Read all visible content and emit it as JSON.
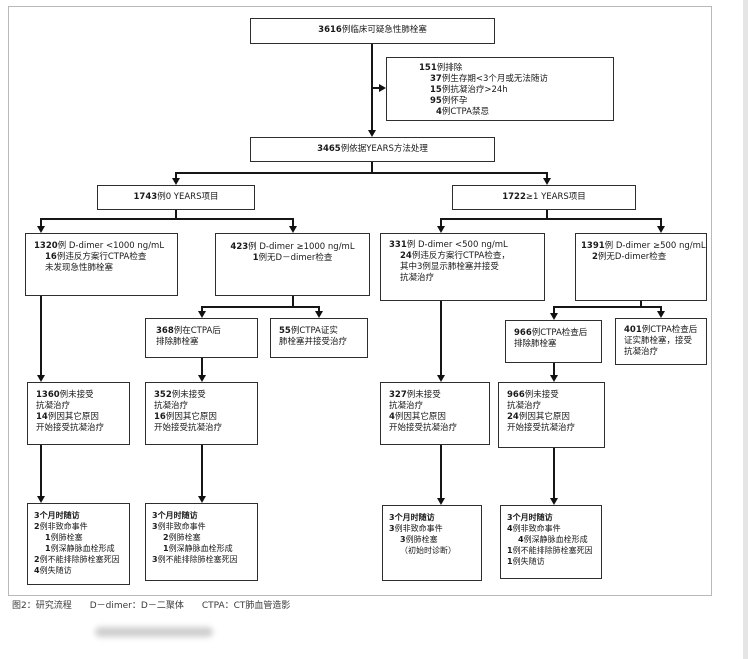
{
  "figure": {
    "caption": {
      "p1": "图2：研究流程",
      "p2": "D－dimer：D－二聚体",
      "p3": "CTPA：CT肺血管造影"
    },
    "accent_color": "#111111",
    "box_border_color": "#2e2e2e",
    "frame_color": "#b9b9b9"
  },
  "nodes": {
    "suspected": {
      "lines": [
        {
          "num": "3616",
          "t": "例临床可疑急性肺栓塞"
        }
      ]
    },
    "excluded": {
      "lines": [
        {
          "num": "151",
          "t": "例排除"
        },
        {
          "num": "37",
          "t": "例生存期<3个月或无法随访",
          "in": 1
        },
        {
          "num": "15",
          "t": "例抗凝治疗>24h",
          "in": 1
        },
        {
          "num": "95",
          "t": "例怀孕",
          "in": 1
        },
        {
          "num": "4",
          "t": "例CTPA禁忌",
          "in": 2
        }
      ]
    },
    "years_managed": {
      "lines": [
        {
          "num": "3465",
          "t": "例依据YEARS方法处理"
        }
      ]
    },
    "years_zero": {
      "lines": [
        {
          "num": "1743",
          "t": "例0 YEARS项目"
        }
      ]
    },
    "years_one_plus": {
      "lines": [
        {
          "num": "1722",
          "t": "≥1 YEARS项目"
        }
      ]
    },
    "ddimer_lt1000": {
      "lines": [
        {
          "num": "1320",
          "t": "例 D-dimer <1000 ng/mL"
        },
        {
          "num": "16",
          "t": "例违反方案行CTPA检查",
          "in": 1
        },
        {
          "t": "未发现急性肺栓塞",
          "in": 1
        }
      ]
    },
    "ddimer_ge1000": {
      "lines": [
        {
          "num": "423",
          "t": "例 D-dimer ≥1000 ng/mL"
        },
        {
          "num": "1",
          "t": "例无D－dimer检查"
        }
      ]
    },
    "ddimer_lt500": {
      "lines": [
        {
          "num": "331",
          "t": "例 D-dimer <500 ng/mL"
        },
        {
          "num": "24",
          "t": "例违反方案行CTPA检查，",
          "in": 1
        },
        {
          "t": "其中3例显示肺栓塞并接受",
          "in": 1
        },
        {
          "t": "抗凝治疗",
          "in": 1
        }
      ]
    },
    "ddimer_ge500": {
      "lines": [
        {
          "num": "1391",
          "t": "例 D-dimer ≥500 ng/mL"
        },
        {
          "num": "2",
          "t": "例无D-dimer检查",
          "in": 1
        }
      ]
    },
    "ctpa_excluded_423": {
      "lines": [
        {
          "num": "368",
          "t": "例在CTPA后"
        },
        {
          "t": "排除肺栓塞"
        }
      ]
    },
    "ctpa_confirmed_423": {
      "lines": [
        {
          "num": "55",
          "t": "例CTPA证实"
        },
        {
          "t": "肺栓塞并接受治疗"
        }
      ]
    },
    "ctpa_excluded_1391": {
      "lines": [
        {
          "num": "966",
          "t": "例CTPA检查后"
        },
        {
          "t": "排除肺栓塞"
        }
      ]
    },
    "ctpa_confirmed_1391": {
      "lines": [
        {
          "num": "401",
          "t": "例CTPA检查后"
        },
        {
          "t": "证实肺栓塞，接受"
        },
        {
          "t": "抗凝治疗"
        }
      ]
    },
    "untreated_1360": {
      "lines": [
        {
          "num": "1360",
          "t": "例未接受"
        },
        {
          "t": "抗凝治疗"
        },
        {
          "num": "14",
          "t": "例因其它原因"
        },
        {
          "t": "开始接受抗凝治疗"
        }
      ]
    },
    "untreated_352": {
      "lines": [
        {
          "num": "352",
          "t": "例未接受"
        },
        {
          "t": "抗凝治疗"
        },
        {
          "num": "16",
          "t": "例因其它原因"
        },
        {
          "t": "开始接受抗凝治疗"
        }
      ]
    },
    "untreated_327": {
      "lines": [
        {
          "num": "327",
          "t": "例未接受"
        },
        {
          "t": "抗凝治疗"
        },
        {
          "num": "4",
          "t": "例因其它原因"
        },
        {
          "t": "开始接受抗凝治疗"
        }
      ]
    },
    "untreated_966": {
      "lines": [
        {
          "num": "966",
          "t": "例未接受"
        },
        {
          "t": "抗凝治疗"
        },
        {
          "num": "24",
          "t": "例因其它原因"
        },
        {
          "t": "开始接受抗凝治疗"
        }
      ]
    },
    "followup_1": {
      "lines": [
        {
          "t": "3个月时随访",
          "bold": true
        },
        {
          "num": "2",
          "t": "例非致命事件"
        },
        {
          "num": "1",
          "t": "例肺栓塞",
          "in": 1
        },
        {
          "num": "1",
          "t": "例深静脉血栓形成",
          "in": 1
        },
        {
          "num": "2",
          "t": "例不能排除肺栓塞死因"
        },
        {
          "num": "4",
          "t": "例失随访"
        }
      ]
    },
    "followup_2": {
      "lines": [
        {
          "t": "3个月时随访",
          "bold": true
        },
        {
          "num": "3",
          "t": "例非致命事件"
        },
        {
          "num": "2",
          "t": "例肺栓塞",
          "in": 1
        },
        {
          "num": "1",
          "t": "例深静脉血栓形成",
          "in": 1
        },
        {
          "num": "3",
          "t": "例不能排除肺栓塞死因"
        }
      ]
    },
    "followup_3": {
      "lines": [
        {
          "t": "3个月时随访",
          "bold": true
        },
        {
          "num": "3",
          "t": "例非致命事件"
        },
        {
          "num": "3",
          "t": "例肺栓塞",
          "in": 1
        },
        {
          "t": "（初始时诊断）",
          "in": 1
        }
      ]
    },
    "followup_4": {
      "lines": [
        {
          "t": "3个月时随访",
          "bold": true
        },
        {
          "num": "4",
          "t": "例非致命事件"
        },
        {
          "num": "4",
          "t": "例深静脉血栓形成",
          "in": 1
        },
        {
          "num": "1",
          "t": "例不能排除肺栓塞死因"
        },
        {
          "num": "1",
          "t": "例失随访"
        }
      ]
    }
  }
}
